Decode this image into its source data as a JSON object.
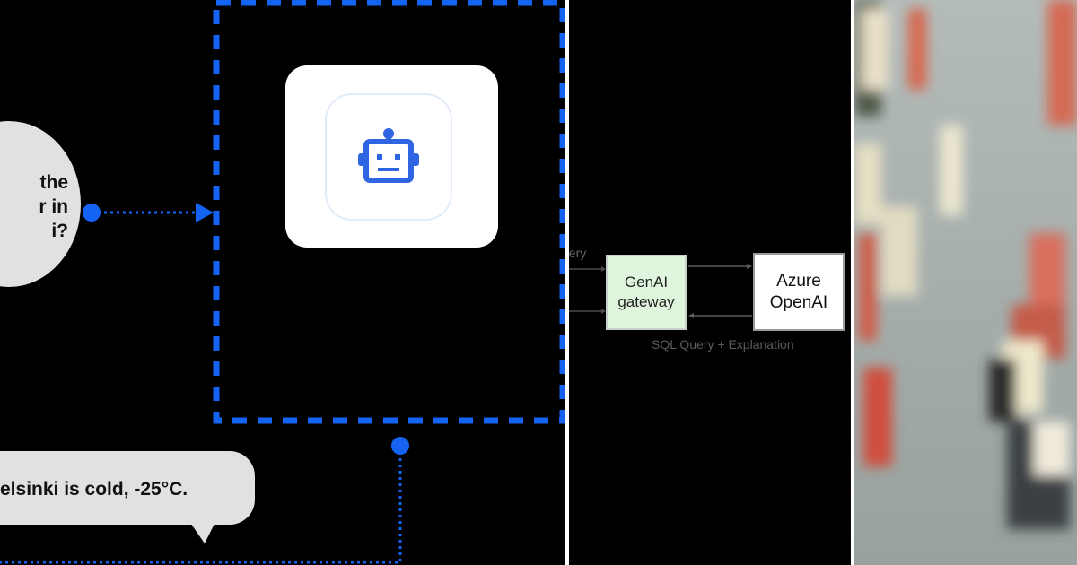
{
  "left_panel": {
    "question_text": "the\nr in\ni?",
    "answer_text": "elsinki is cold, -25°C.",
    "accent_color": "#1463f2",
    "bubble_color": "#e1e1e1",
    "bot_icon": "robot-icon"
  },
  "middle_panel": {
    "gateway_label": "GenAI\ngateway",
    "openai_label": "Azure\nOpenAI",
    "query_label": "uery",
    "response_label": "SQL Query + Explanation",
    "gateway_color": "#dff5dd"
  },
  "right_panel": {
    "description": "blurred photo of sticky notes"
  }
}
